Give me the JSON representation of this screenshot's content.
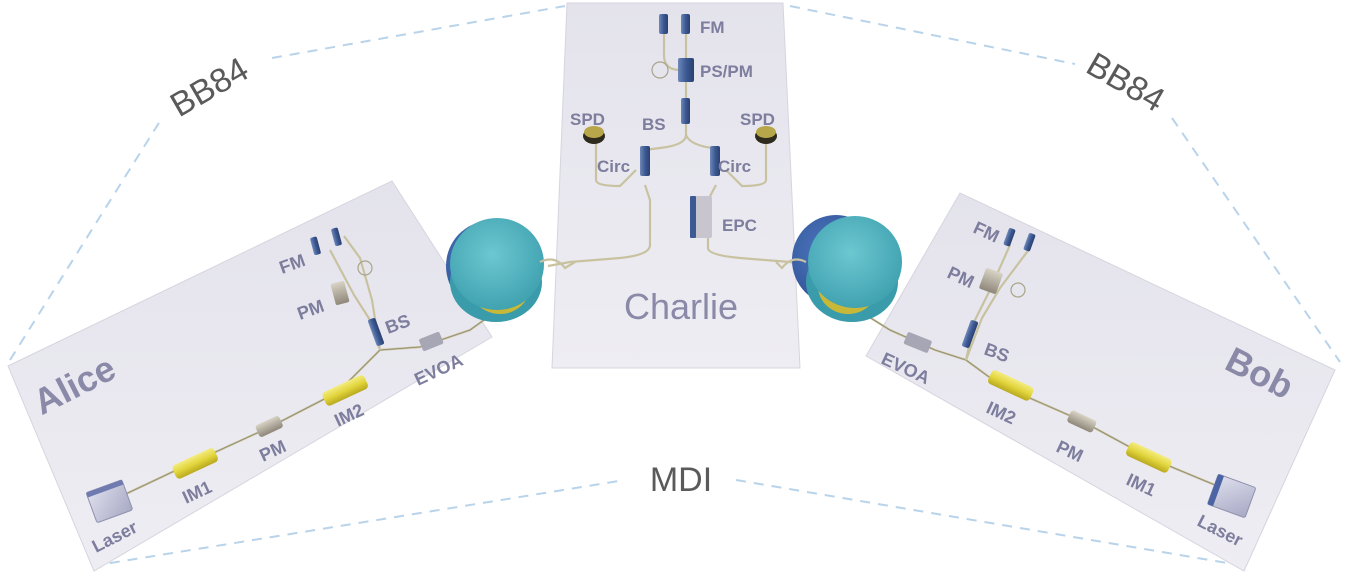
{
  "protocol_left": "BB84",
  "protocol_right": "BB84",
  "mdi": "MDI",
  "alice": {
    "name": "Alice",
    "components": {
      "laser": "Laser",
      "im1": "IM1",
      "pm1": "PM",
      "im2": "IM2",
      "evoa": "EVOA",
      "bs": "BS",
      "pm2": "PM",
      "fm": "FM"
    }
  },
  "charlie": {
    "name": "Charlie",
    "components": {
      "fm": "FM",
      "pspm": "PS/PM",
      "bs": "BS",
      "spd_left": "SPD",
      "spd_right": "SPD",
      "circ_left": "Circ",
      "circ_right": "Circ",
      "epc": "EPC"
    }
  },
  "bob": {
    "name": "Bob",
    "components": {
      "laser": "Laser",
      "im1": "IM1",
      "pm1": "PM",
      "im2": "IM2",
      "evoa": "EVOA",
      "bs": "BS",
      "pm2": "PM",
      "fm": "FM"
    }
  },
  "colors": {
    "panel": "#e8e7ef",
    "modulator_yellow": "#e3d84a",
    "fiber_spool": "#4fb6c2",
    "dashed_line": "#b8d3ea",
    "label": "#7d7d9e"
  }
}
